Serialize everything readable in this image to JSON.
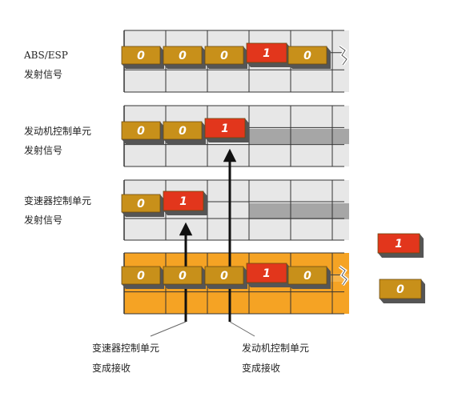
{
  "colors": {
    "bit_zero": "#c8901a",
    "bit_one": "#e2361c",
    "bit_shadow": "#555555",
    "grid_bg": "#e7e7e7",
    "grid_line": "#333333",
    "band_gray": "#a6a6a6",
    "bus_orange": "#f5a324",
    "bus_orange_light": "#f7b44a",
    "arrow": "#111111"
  },
  "icons": [
    "torn-edge-icon",
    "up-arrow-icon"
  ],
  "rows": [
    {
      "id": "abs-esp",
      "label_lines": [
        "ABS/ESP",
        "发射信号"
      ],
      "bits": [
        "0",
        "0",
        "0",
        "1",
        "0"
      ],
      "torn": true
    },
    {
      "id": "engine",
      "label_lines": [
        "发动机控制单元",
        "发射信号"
      ],
      "bits": [
        "0",
        "0",
        "1"
      ],
      "torn": false
    },
    {
      "id": "transmission",
      "label_lines": [
        "变速器控制单元",
        "发射信号"
      ],
      "bits": [
        "0",
        "1"
      ],
      "torn": false
    },
    {
      "id": "bus",
      "label_lines": [],
      "bits": [
        "0",
        "0",
        "0",
        "1",
        "0"
      ],
      "torn": true
    }
  ],
  "legend": [
    {
      "id": "dominant",
      "bit": "1"
    },
    {
      "id": "recessive",
      "bit": "0"
    }
  ],
  "receivers": [
    {
      "id": "transmission-recv",
      "label_lines": [
        "变速器控制单元",
        "变成接收"
      ]
    },
    {
      "id": "engine-recv",
      "label_lines": [
        "发动机控制单元",
        "变成接收"
      ]
    }
  ]
}
